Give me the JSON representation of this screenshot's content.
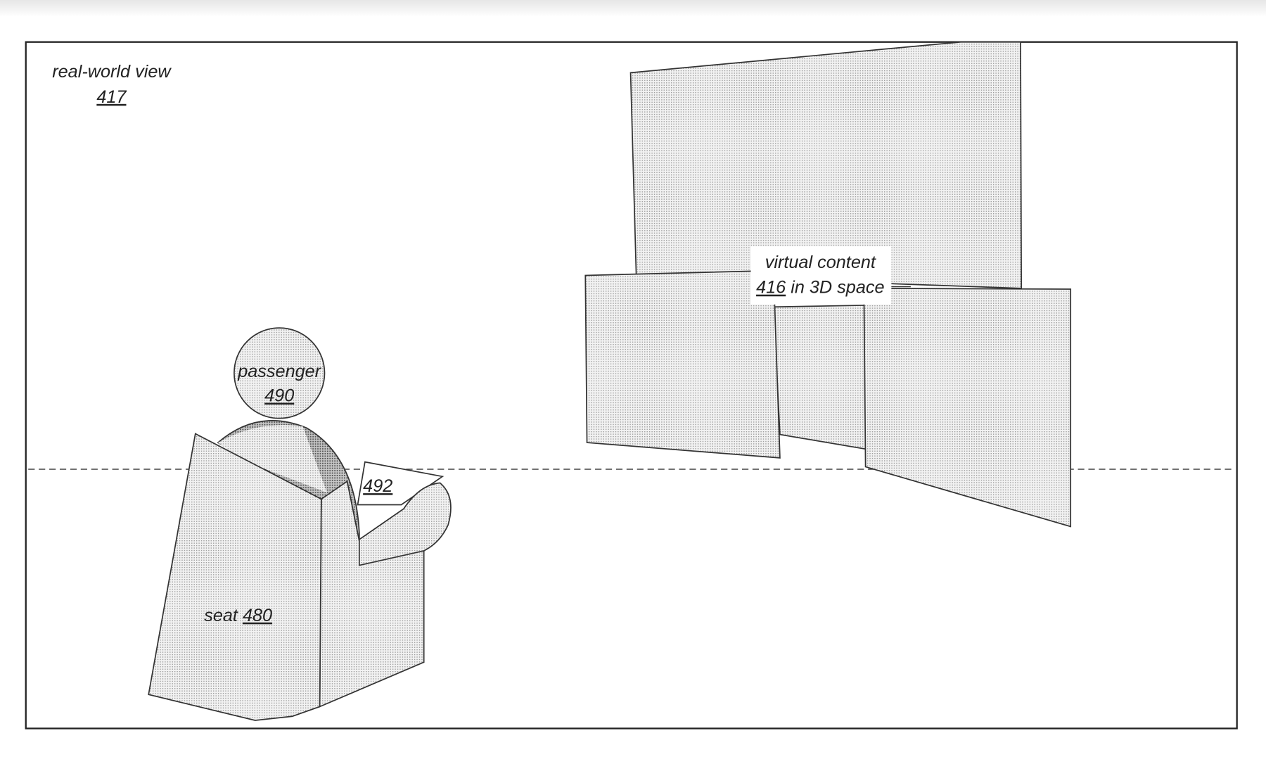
{
  "figure": {
    "view_label": "real-world view",
    "view_ref": "417",
    "content_label_line1": "virtual content",
    "content_ref": "416",
    "content_label_line2_rest": " in 3D space",
    "passenger_label": "passenger",
    "passenger_ref": "490",
    "device_ref": "492",
    "seat_label": "seat ",
    "seat_ref": "480"
  },
  "colors": {
    "stroke": "#222222",
    "fill_light": "#e4e4e4",
    "fill_dark": "#b5b5b5"
  }
}
